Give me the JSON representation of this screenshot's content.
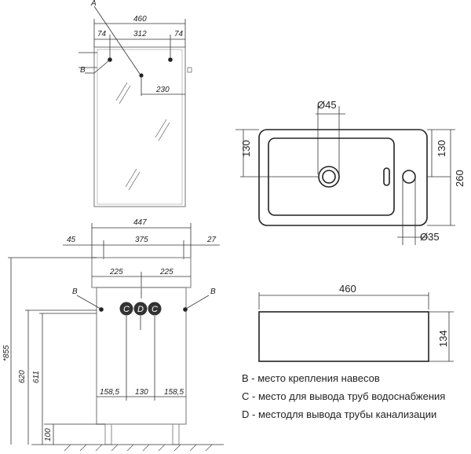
{
  "mirror": {
    "label_a": "A",
    "width": "460",
    "left_offset": "74",
    "middle": "312",
    "right_offset": "74",
    "label_b": "B",
    "hook_offset": "230"
  },
  "cabinet": {
    "total_width": "447",
    "left_overhang": "45",
    "body_width": "375",
    "right_overhang": "27",
    "half_left": "225",
    "half_right": "225",
    "label_b_left": "B",
    "label_b_right": "B",
    "marker_c1": "C",
    "marker_d": "D",
    "marker_c2": "C",
    "height_total": "*855",
    "height_620": "620",
    "height_611": "611",
    "height_100": "100",
    "bottom_left": "158,5",
    "bottom_mid": "130",
    "bottom_right": "158,5"
  },
  "basin_top": {
    "drain_diameter": "Ø45",
    "height_130_left": "130",
    "height_130_right": "130",
    "depth": "260",
    "tap_diameter": "Ø35"
  },
  "basin_front": {
    "width": "460",
    "height": "134"
  },
  "legend": {
    "b": "B - место крепления навесов",
    "c": "C - место для вывода труб водоснабжения",
    "d": "D - местодля вывода трубы канализации"
  }
}
